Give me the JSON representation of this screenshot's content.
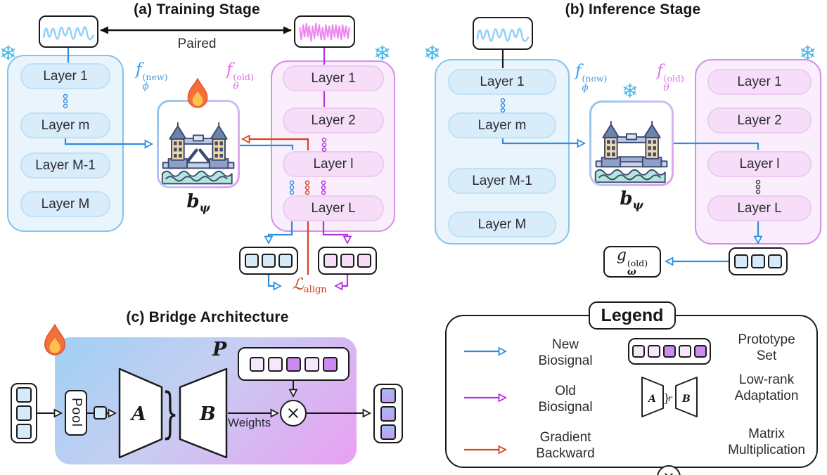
{
  "figure": {
    "panel_a": {
      "title": "(a) Training Stage",
      "paired_label": "Paired",
      "new_encoder": {
        "layers": [
          "Layer 1",
          "Layer m",
          "Layer M-1",
          "Layer M"
        ]
      },
      "old_encoder": {
        "layers": [
          "Layer 1",
          "Layer 2",
          "Layer l",
          "Layer L"
        ]
      }
    },
    "panel_b": {
      "title": "(b) Inference Stage",
      "new_encoder": {
        "layers": [
          "Layer 1",
          "Layer m",
          "Layer M-1",
          "Layer M"
        ]
      },
      "old_encoder": {
        "layers": [
          "Layer 1",
          "Layer 2",
          "Layer l",
          "Layer L"
        ]
      }
    },
    "panel_c": {
      "title": "(c) Bridge Architecture",
      "pool_label": "Pool",
      "matrix_a": "A",
      "matrix_b": "B",
      "rank_label": "r",
      "prototype_label": "P",
      "weights_label": "Weights"
    },
    "math": {
      "f_new": {
        "base": "f",
        "sub": "ϕ",
        "sup": "(new)"
      },
      "f_old": {
        "base": "f",
        "sub": "θ",
        "sup": "(old)"
      },
      "bridge": {
        "base": "b",
        "sub": "ψ"
      },
      "head": {
        "base": "g",
        "sub": "ω",
        "sup": "(old)"
      },
      "loss": {
        "base": "ℒ",
        "sub": "align"
      }
    },
    "legend": {
      "title": "Legend",
      "items": [
        {
          "symbol": "new-biosignal-arrow",
          "label": "New\nBiosignal"
        },
        {
          "symbol": "old-biosignal-arrow",
          "label": "Old\nBiosignal"
        },
        {
          "symbol": "gradient-backward-arrow",
          "label": "Gradient\nBackward"
        },
        {
          "symbol": "prototype-set",
          "label": "Prototype\nSet"
        },
        {
          "symbol": "low-rank-trapezoids",
          "label": "Low-rank\nAdaptation"
        },
        {
          "symbol": "circled-x",
          "label": "Matrix\nMultiplication"
        }
      ]
    },
    "colors": {
      "new_biosignal": "#2e8ce0",
      "old_biosignal": "#b52fe3",
      "gradient_backward": "#d8431f",
      "new_stack_fill": "#e9f4fd",
      "new_stack_border": "#85c4ef",
      "new_layer_fill": "#d8ecfa",
      "old_stack_fill": "#faeefd",
      "old_stack_border": "#d88fec",
      "old_layer_fill": "#f6def9",
      "prototype_purple": "#cd8af0",
      "prototype_light": "#f7e7fb",
      "f_new_label": "#3f9ce8",
      "f_old_label": "#e470f0",
      "loss_label": "#cc3a1d",
      "snowflake": "#4fb6e8"
    }
  }
}
